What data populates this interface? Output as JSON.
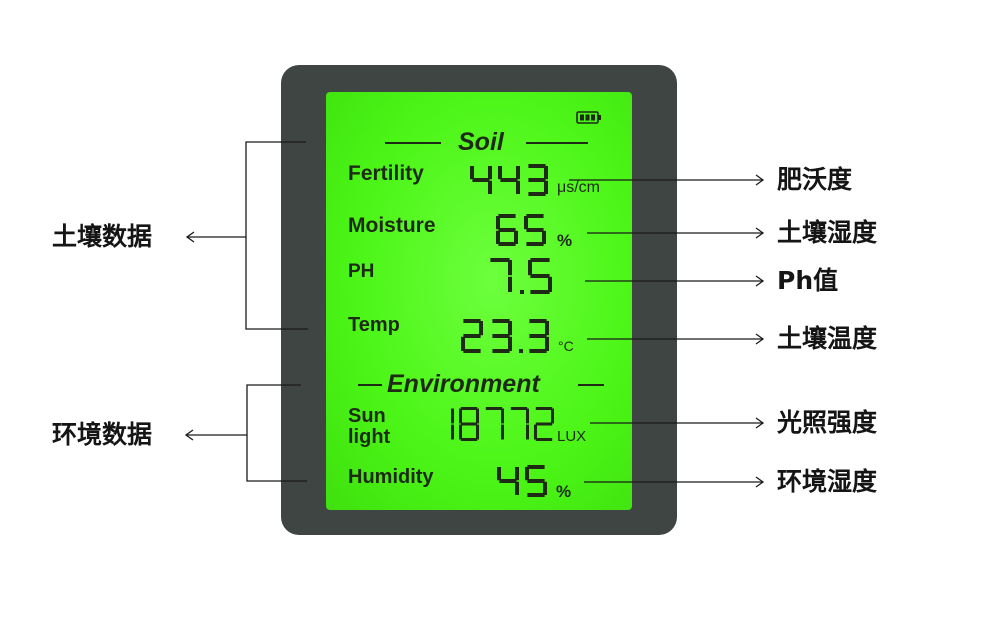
{
  "screen": {
    "section_soil": "Soil",
    "section_env": "Environment",
    "rows": [
      {
        "key": "fertility",
        "label": "Fertility",
        "value": "443",
        "unit": "μs/cm"
      },
      {
        "key": "moisture",
        "label": "Moisture",
        "value": "65",
        "unit": "%"
      },
      {
        "key": "ph",
        "label": "PH",
        "value": "7.5",
        "unit": ""
      },
      {
        "key": "temp",
        "label": "Temp",
        "value": "23.3",
        "unit": "°C"
      },
      {
        "key": "sunlight",
        "label_line1": "Sun",
        "label_line2": "light",
        "value": "18772",
        "unit": "LUX"
      },
      {
        "key": "humidity",
        "label": "Humidity",
        "value": "45",
        "unit": "%"
      }
    ]
  },
  "annotations": {
    "left_soil": "土壤数据",
    "left_env": "环境数据",
    "right": [
      "肥沃度",
      "土壤湿度",
      "Ph值",
      "土壤温度",
      "光照强度",
      "环境湿度"
    ]
  },
  "colors": {
    "lcd_green": "#4bf516",
    "lcd_text": "#1e2a16",
    "device_body": "#3f4542",
    "annotation_text": "#151515"
  }
}
